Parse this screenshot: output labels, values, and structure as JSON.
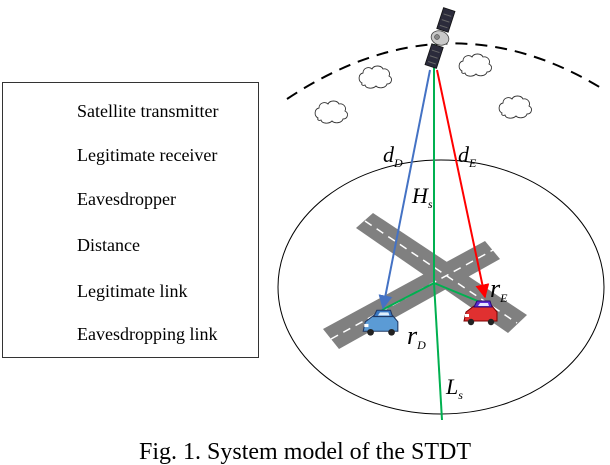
{
  "legend": {
    "items": [
      {
        "label": "Satellite transmitter",
        "icon": "satellite-icon"
      },
      {
        "label": "Legitimate receiver",
        "icon": "blue-car-icon"
      },
      {
        "label": "Eavesdropper",
        "icon": "red-car-icon"
      },
      {
        "label": "Distance",
        "icon": "green-line-icon"
      },
      {
        "label": "Legitimate link",
        "icon": "blue-arrow-icon"
      },
      {
        "label": "Eavesdropping link",
        "icon": "red-arrow-icon"
      }
    ]
  },
  "labels": {
    "dD": {
      "main": "d",
      "sub": "D"
    },
    "dE": {
      "main": "d",
      "sub": "E"
    },
    "Hs": {
      "main": "H",
      "sub": "s"
    },
    "rE": {
      "main": "r",
      "sub": "E"
    },
    "rD": {
      "main": "r",
      "sub": "D"
    },
    "Ls": {
      "main": "L",
      "sub": "s"
    }
  },
  "caption": "Fig. 1. System model of the STDT",
  "colors": {
    "legitimate": "#4472c4",
    "eavesdropping": "#ff0000",
    "distance": "#00b050",
    "road": "#808080",
    "blue_car": "#5b9bd5",
    "red_car": "#e03030"
  }
}
